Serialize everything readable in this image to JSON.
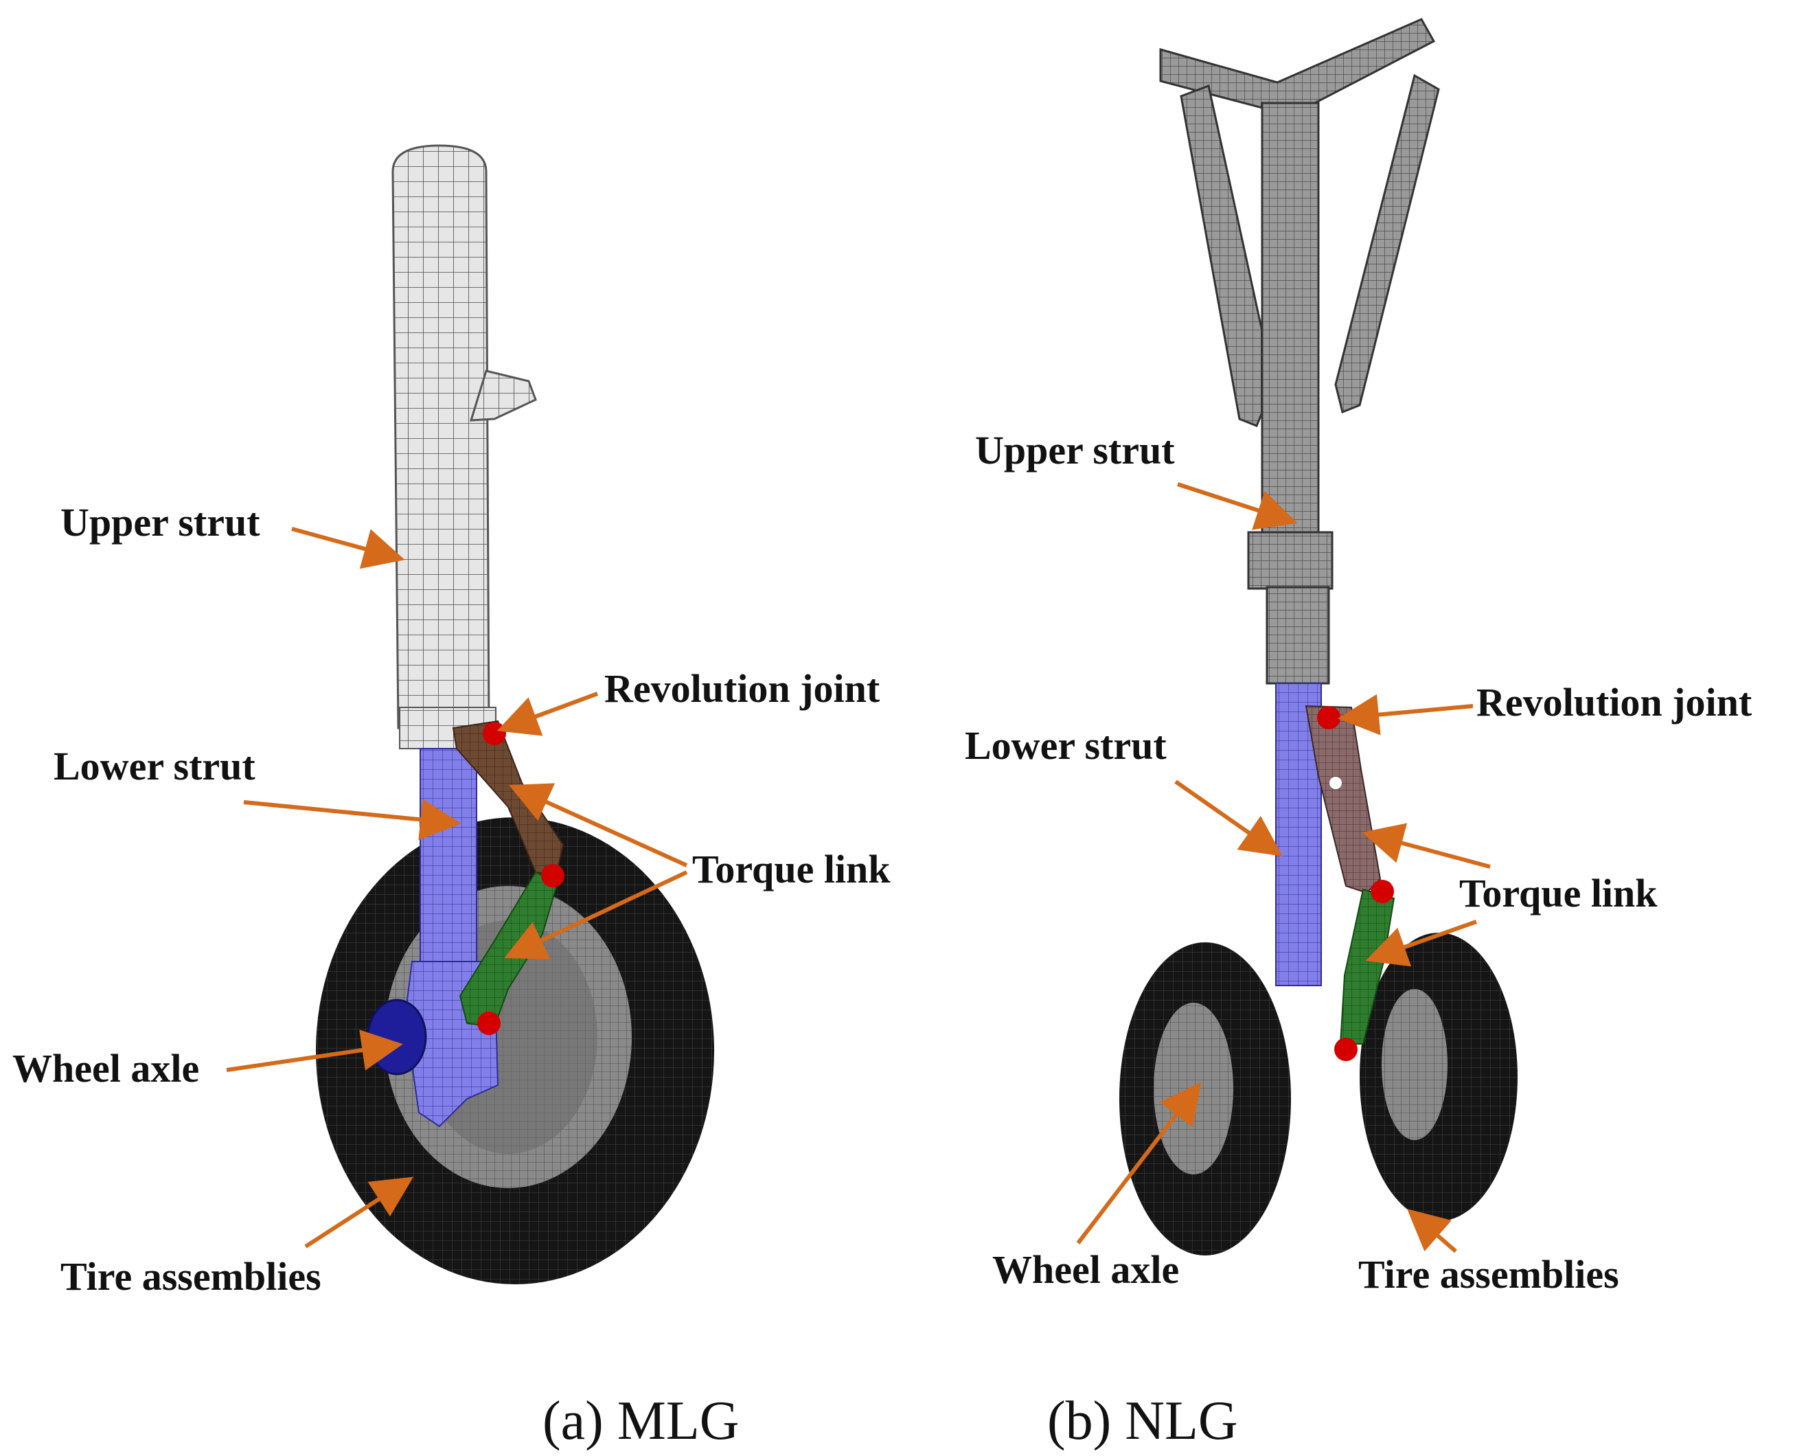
{
  "panels": [
    {
      "id": "mlg",
      "caption": "(a) MLG",
      "labels": {
        "upper_strut": "Upper strut",
        "revolution_joint": "Revolution joint",
        "lower_strut": "Lower strut",
        "torque_link": "Torque link",
        "wheel_axle": "Wheel axle",
        "tire_assemblies": "Tire assemblies"
      }
    },
    {
      "id": "nlg",
      "caption": "(b) NLG",
      "labels": {
        "upper_strut": "Upper strut",
        "revolution_joint": "Revolution joint",
        "lower_strut": "Lower strut",
        "torque_link": "Torque link",
        "wheel_axle": "Wheel axle",
        "tire_assemblies": "Tire assemblies"
      }
    }
  ],
  "colors": {
    "arrow": "#d46a1a",
    "joint_marker": "#d40000",
    "upper_strut_mlg": "#e4e4e4",
    "upper_strut_nlg": "#8c8c8c",
    "lower_strut": "#7a78e0",
    "torque_link_upper": "#6b4a34",
    "torque_link_lower": "#2f7a2f",
    "tire": "#1a1a1a",
    "wheel_hub": "#7a7a7a",
    "axle": "#2020a0"
  },
  "icons": [
    "joint-marker-icon",
    "arrow-icon"
  ]
}
